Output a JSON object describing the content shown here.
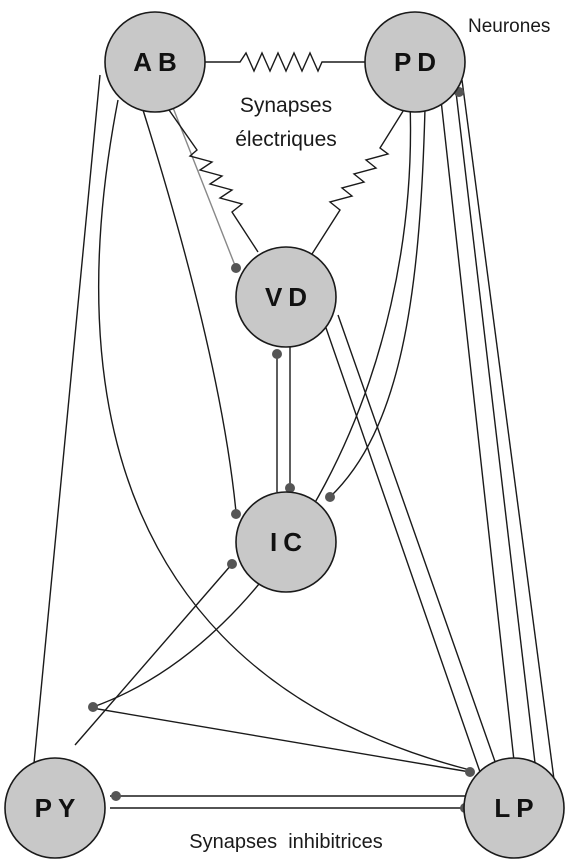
{
  "legend": {
    "neurons": "Neurones",
    "electrical": [
      "Synapses",
      "électriques"
    ],
    "inhibitory": "Synapses  inhibitrices"
  },
  "colors": {
    "node_fill": "#c8c8c8",
    "stroke": "#1a1a1a",
    "terminal": "#555555"
  },
  "nodes": {
    "AB": "AB",
    "PD": "PD",
    "VD": "VD",
    "IC": "IC",
    "PY": "PY",
    "LP": "LP"
  },
  "connections": {
    "electrical": [
      [
        "AB",
        "PD"
      ],
      [
        "AB",
        "VD"
      ],
      [
        "PD",
        "VD"
      ]
    ],
    "inhibitory": [
      [
        "AB",
        "VD"
      ],
      [
        "AB",
        "IC"
      ],
      [
        "AB",
        "PY"
      ],
      [
        "AB",
        "LP"
      ],
      [
        "PD",
        "PY"
      ],
      [
        "PD",
        "IC"
      ],
      [
        "PD",
        "LP"
      ],
      [
        "LP",
        "PD"
      ],
      [
        "VD",
        "LP"
      ],
      [
        "IC",
        "VD"
      ],
      [
        "VD",
        "IC"
      ],
      [
        "IC",
        "PY"
      ],
      [
        "LP",
        "PY"
      ],
      [
        "PY",
        "LP"
      ]
    ]
  }
}
